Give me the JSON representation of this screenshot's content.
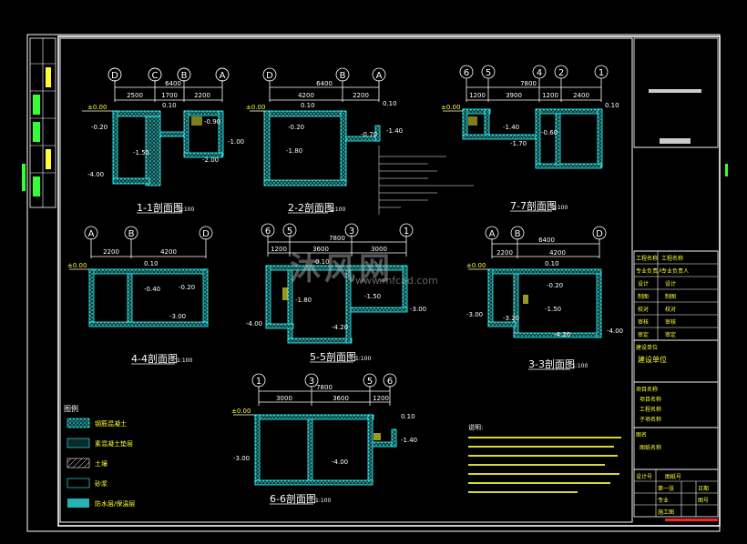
{
  "colors": {
    "background": "#000000",
    "line": "#ffffff",
    "wall": "#33ffff",
    "text": "#ffff33",
    "label": "#33ff33",
    "accent": "#ff2222"
  },
  "sections": {
    "s11": {
      "title": "1-1剖面图",
      "scale": "1:100",
      "axes": [
        "D",
        "C",
        "B",
        "A"
      ],
      "total": "6400",
      "dims": [
        "2500",
        "1700",
        "2200"
      ],
      "levels": [
        "±0.00",
        "-0.20",
        "-1.55",
        "-4.00",
        "-0.90",
        "-1.00",
        "-2.00",
        "0.10"
      ]
    },
    "s22": {
      "title": "2-2剖面图",
      "scale": "1:100",
      "axes": [
        "D",
        "B",
        "A"
      ],
      "total": "6400",
      "dims": [
        "4200",
        "2200"
      ],
      "levels": [
        "±0.00",
        "0.10",
        "-0.20",
        "-1.80",
        "-0.70",
        "-1.40",
        "0.10"
      ]
    },
    "s77": {
      "title": "7-7剖面图",
      "scale": "1:100",
      "axes": [
        "6",
        "5",
        "4",
        "2",
        "1"
      ],
      "total": "7800",
      "dims": [
        "1200",
        "3900",
        "1200",
        "2400"
      ],
      "levels": [
        "±0.00",
        "-1.40",
        "-1.70",
        "-0.60",
        "0.10"
      ]
    },
    "s44": {
      "title": "4-4剖面图",
      "scale": "1:100",
      "axes": [
        "A",
        "B",
        "D"
      ],
      "dims": [
        "2200",
        "4200"
      ],
      "levels": [
        "±0.00",
        "0.10",
        "-0.40",
        "-0.20",
        "-3.00"
      ]
    },
    "s55": {
      "title": "5-5剖面图",
      "scale": "1:100",
      "axes": [
        "6",
        "5",
        "3",
        "1"
      ],
      "total": "7800",
      "dims": [
        "1200",
        "3600",
        "3000"
      ],
      "levels": [
        "-1.80",
        "-1.50",
        "-4.00",
        "-4.20",
        "-3.00",
        "0.10"
      ]
    },
    "s33": {
      "title": "3-3剖面图",
      "scale": "1:100",
      "axes": [
        "A",
        "B",
        "D"
      ],
      "total": "6400",
      "dims": [
        "2200",
        "4200"
      ],
      "levels": [
        "±0.00",
        "0.10",
        "-0.20",
        "-3.00",
        "-3.20",
        "-1.50",
        "-4.20",
        "-4.00"
      ]
    },
    "s66": {
      "title": "6-6剖面图",
      "scale": "1:100",
      "axes": [
        "1",
        "3",
        "5",
        "6"
      ],
      "total": "7800",
      "dims": [
        "3000",
        "3600",
        "1200"
      ],
      "levels": [
        "±0.00",
        "-3.00",
        "-4.00",
        "-1.40",
        "0.10"
      ]
    }
  },
  "legend": {
    "title": "图例",
    "items": [
      "钢筋混凝土",
      "素混凝土垫层",
      "土壤",
      "砂浆",
      "防水层/保温层"
    ]
  },
  "notes": {
    "title": "说明:"
  },
  "titleblock": {
    "rows": [
      {
        "label": "工程名称",
        "value": "工程名称"
      },
      {
        "label": "专业负责人",
        "value": "专业负责人"
      },
      {
        "label": "设计",
        "value": "设计"
      },
      {
        "label": "制图",
        "value": "制图"
      },
      {
        "label": "校对",
        "value": "校对"
      },
      {
        "label": "审核",
        "value": "审核"
      },
      {
        "label": "审定",
        "value": "审定"
      }
    ],
    "unit_label": "建设单位",
    "unit_value": "建设单位",
    "project_title": "项目名称",
    "project_items": [
      "项目名称",
      "工程名称",
      "子项名称"
    ],
    "drawing_title": "图名",
    "drawing_name": "图纸名称",
    "bottom": [
      "设计号",
      "图纸号",
      "日期",
      "第一张",
      "专业",
      "图号",
      "施工图"
    ]
  },
  "watermark": {
    "brand": "沐风网",
    "url": "www.mfcad.com"
  }
}
